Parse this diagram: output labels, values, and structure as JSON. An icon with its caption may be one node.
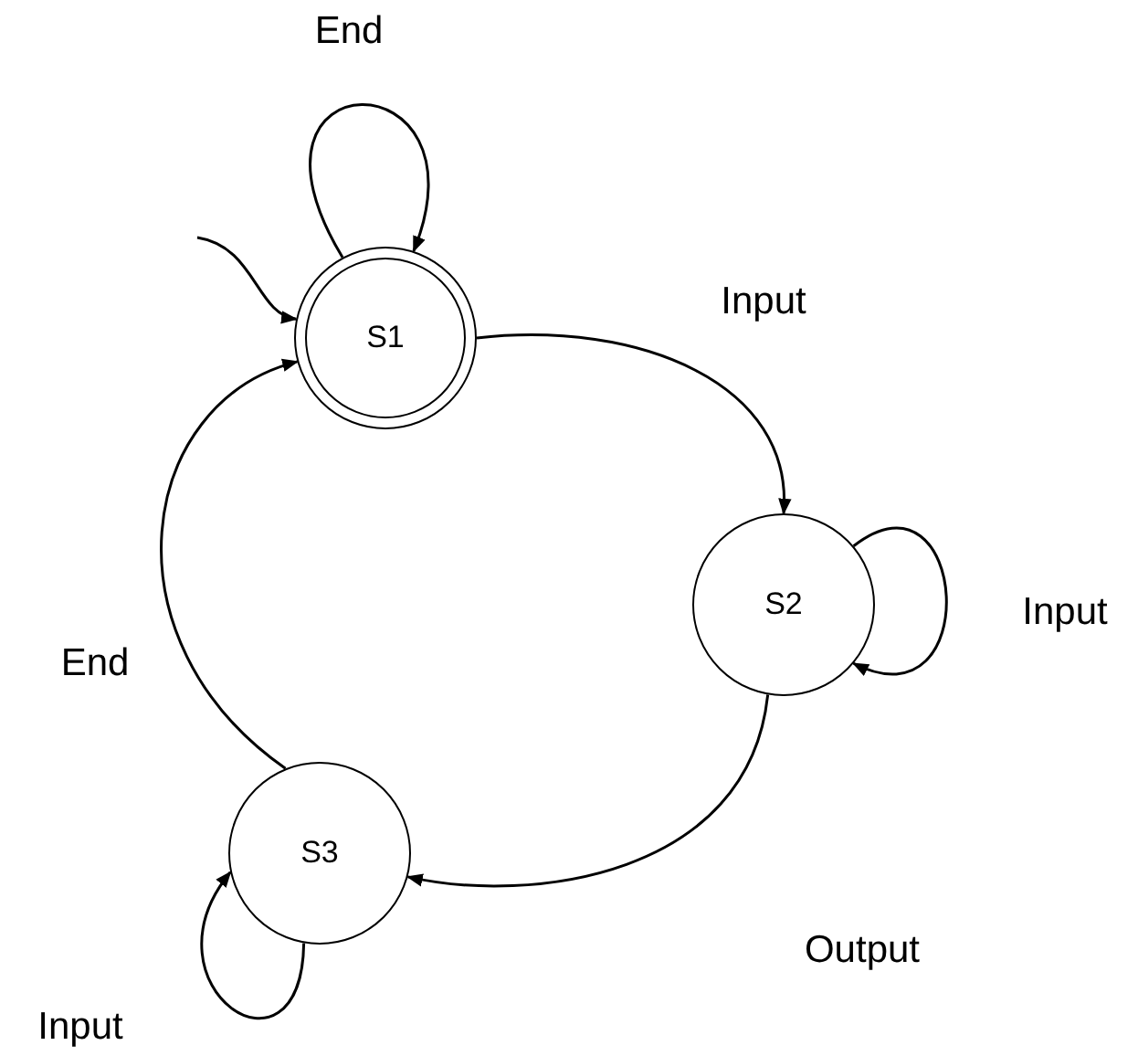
{
  "diagram": {
    "nodes": [
      {
        "text": [
          "S1"
        ]
      },
      {
        "text": [
          "S2"
        ]
      },
      {
        "text": [
          "S3"
        ]
      }
    ],
    "edges": [
      {
        "from": 0,
        "to": 0,
        "arrow": "to",
        "label": "End"
      },
      {
        "from": null,
        "to": 0,
        "arrow": "to"
      },
      {
        "from": 0,
        "to": 1,
        "arrow": "to",
        "label": "Input"
      },
      {
        "from": 1,
        "to": 1,
        "arrow": "to",
        "label": "Input"
      },
      {
        "from": 1,
        "to": 2,
        "arrow": "to",
        "label": "Output"
      },
      {
        "from": 2,
        "to": 0,
        "arrow": "to",
        "label": "End"
      },
      {
        "from": 2,
        "to": 2,
        "arrow": "to",
        "label": "Input"
      }
    ]
  }
}
